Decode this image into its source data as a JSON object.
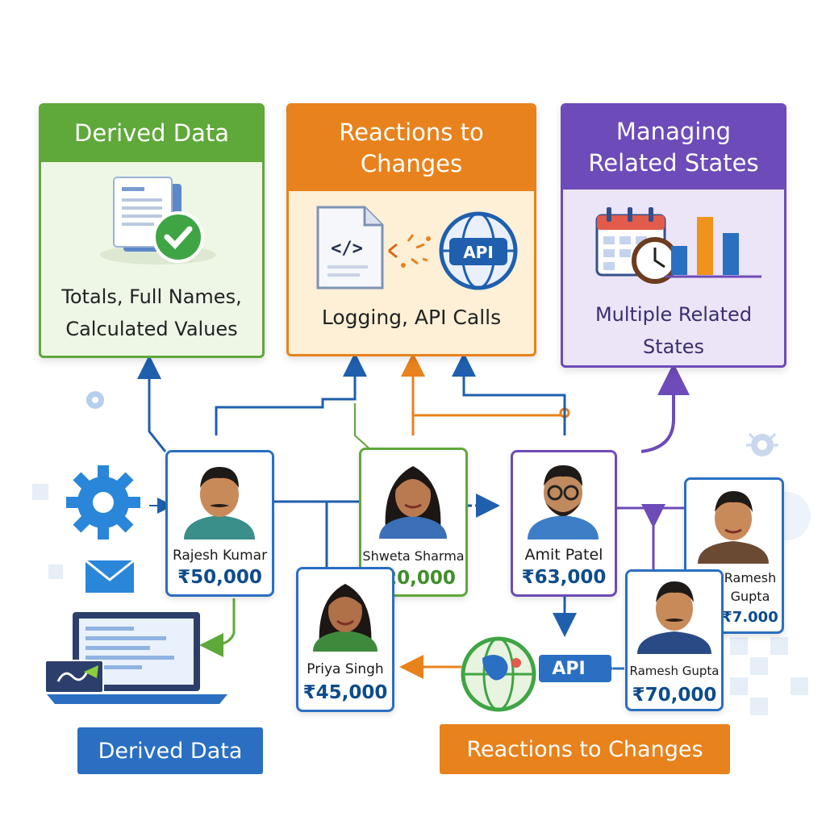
{
  "cards": {
    "derived": {
      "title": "Derived Data",
      "caption": "Totals, Full Names,\nCalculated Values",
      "color": "#5fa83a"
    },
    "reactions": {
      "title": "Reactions to\nChanges",
      "caption": "Logging, API Calls",
      "color": "#e8821c"
    },
    "managing": {
      "title": "Managing\nRelated States",
      "caption": "Multiple Related\nStates",
      "color": "#6d4bb8"
    }
  },
  "people": [
    {
      "name": "Rajesh Kumar",
      "salary": "₹50,000"
    },
    {
      "name": "Shweta Sharma",
      "salary": "₹20,000"
    },
    {
      "name": "Amit Patel",
      "salary": "₹63,000"
    },
    {
      "name": "Ramesh\nGupta",
      "salary": "₹7.000"
    },
    {
      "name": "Priya Singh",
      "salary": "₹45,000"
    },
    {
      "name": "Ramesh Gupta",
      "salary": "₹70,000"
    }
  ],
  "icons": {
    "code": "</>",
    "api_globe": "API",
    "api_badge": "API"
  },
  "buttons": {
    "derived": "Derived Data",
    "reactions": "Reactions to Changes"
  },
  "colors": {
    "green": "#5fa83a",
    "orange": "#e8821c",
    "purple": "#6d4bb8",
    "blue": "#2a6fc1"
  }
}
